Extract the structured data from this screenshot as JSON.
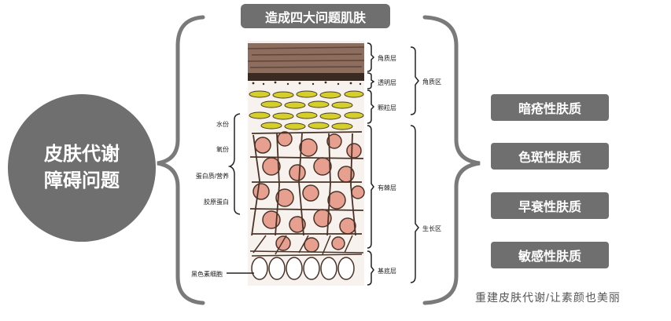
{
  "circle": {
    "line1": "皮肤代谢",
    "line2": "障碍问题"
  },
  "top_title": "造成四大问题肌肤",
  "left_labels": [
    "水份",
    "氧份",
    "蛋白质/营养",
    "胶原蛋白"
  ],
  "melanin_label": "黑色素细胞",
  "layer_labels": [
    "角质层",
    "透明层",
    "颗粒层",
    "有棘层",
    "基底层"
  ],
  "zone_labels": [
    "角质区",
    "生长区"
  ],
  "problems": [
    "暗疮性肤质",
    "色斑性肤质",
    "早衰性肤质",
    "敏感性肤质"
  ],
  "slogan": "重建皮肤代谢/让素颜也美丽",
  "colors": {
    "panel": "#6f6f6f",
    "line": "#7a7a7a",
    "cell": "#e7a08f",
    "granule": "#d4cf2a"
  }
}
